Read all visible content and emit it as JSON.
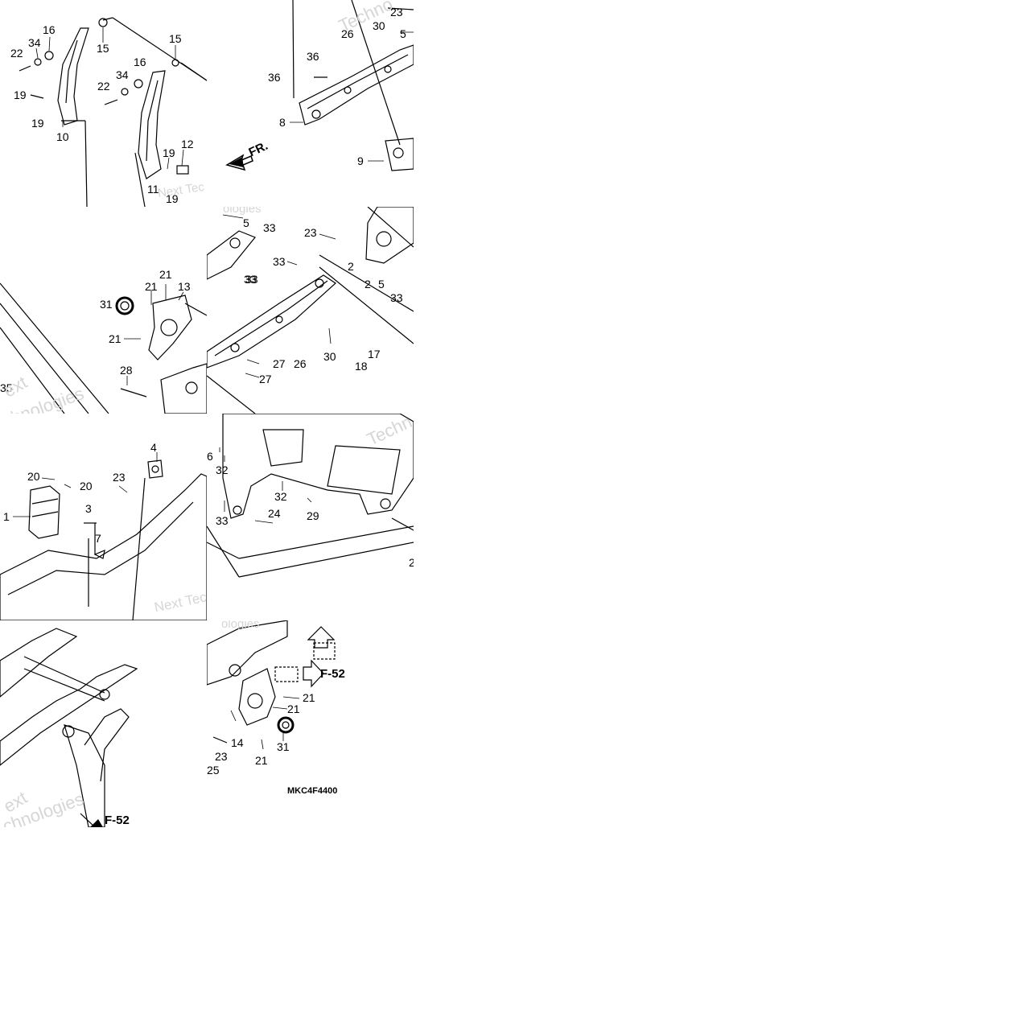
{
  "watermark": {
    "w1": "Techno",
    "w2": "Next Tec",
    "w3": "ologies",
    "w4": "ext",
    "w5": "chnologies",
    "w6": "Techn"
  },
  "tiles": {
    "t1": {
      "labels": [
        "16",
        "34",
        "22",
        "19",
        "19",
        "10",
        "15",
        "15",
        "16",
        "34",
        "22",
        "19",
        "12",
        "11",
        "19"
      ]
    },
    "t2": {
      "labels": [
        "23",
        "30",
        "26",
        "5",
        "36",
        "36",
        "8",
        "9"
      ],
      "arrow": "FR."
    },
    "t3": {
      "labels": [
        "31",
        "21",
        "21",
        "13",
        "21",
        "28",
        "35"
      ]
    },
    "t4": {
      "labels": [
        "5",
        "33",
        "23",
        "33",
        "33",
        "2",
        "2",
        "5",
        "33",
        "33",
        "30",
        "17",
        "26",
        "27",
        "27",
        "18"
      ]
    },
    "t5": {
      "labels": [
        "4",
        "20",
        "20",
        "23",
        "3",
        "1",
        "7"
      ]
    },
    "t6": {
      "labels": [
        "6",
        "32",
        "32",
        "33",
        "24",
        "29",
        "2"
      ]
    },
    "t7": {
      "ref": "F-52"
    },
    "t8": {
      "ref": "F-52",
      "labels": [
        "21",
        "21",
        "14",
        "23",
        "21",
        "31",
        "25"
      ],
      "code": "MKC4F4400"
    }
  }
}
